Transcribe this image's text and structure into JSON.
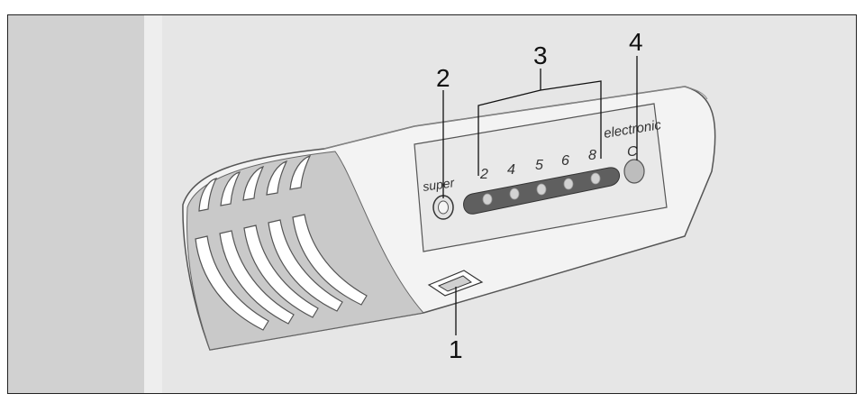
{
  "callouts": {
    "one": "1",
    "two": "2",
    "three": "3",
    "four": "4"
  },
  "panel": {
    "super_label": "super",
    "brand_label": "electronic",
    "c_label": "C",
    "levels": [
      "2",
      "4",
      "5",
      "6",
      "8"
    ]
  },
  "colors": {
    "background": "#ffffff",
    "wall_left": "#d1d1d1",
    "wall_main": "#e6e6e6",
    "housing": "#f3f3f3",
    "led_strip": "#5f5f5f",
    "led": "#d2d2d2",
    "slot": "#8f8f8f"
  }
}
